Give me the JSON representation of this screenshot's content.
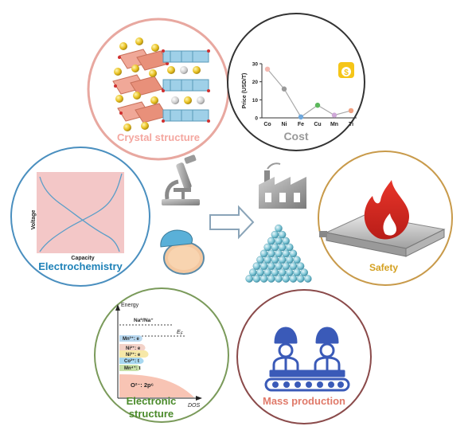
{
  "panels": {
    "crystal": {
      "label": "Crystal structure",
      "color": "#f4a7a0",
      "ring": "#e8a8a0"
    },
    "cost": {
      "label": "Cost",
      "color": "#999999",
      "ring": "#333333",
      "coin_symbol": "$"
    },
    "electrochemistry": {
      "label": "Electrochemistry",
      "color": "#1f82b8",
      "ring": "#4a8fbf",
      "xlabel": "Capacity",
      "ylabel": "Voltage"
    },
    "safety": {
      "label": "Safety",
      "color": "#d4a020",
      "ring": "#c89a4a"
    },
    "electronic": {
      "label_line1": "Electronic",
      "label_line2": "structure",
      "color": "#4a8a2a",
      "ring": "#7a9a5a",
      "ylabel": "Energy",
      "xlabel": "DOS",
      "levels": {
        "na": "Na⁰/Na⁺",
        "ef": "E",
        "ef_sub": "F",
        "mn3": "Mn³⁺: e",
        "ni2": "Ni²⁺: e",
        "ni3": "Ni³⁺: e",
        "co3": "Co³⁺: t",
        "mn4": "Mn⁴⁺: t",
        "o2": "O²⁻: 2p⁶"
      }
    },
    "mass": {
      "label": "Mass production",
      "color": "#e07a6a",
      "ring": "#8a4a4a"
    }
  },
  "chart_data": {
    "type": "scatter",
    "title": "",
    "categories": [
      "Co",
      "Ni",
      "Fe",
      "Cu",
      "Mn",
      "Ti"
    ],
    "values": [
      27,
      16,
      0.5,
      7,
      1.5,
      4
    ],
    "ylabel": "Price (USD/T)",
    "ylim": [
      0,
      30
    ],
    "yticks": [
      0,
      10,
      20,
      30
    ],
    "point_colors": [
      "#f4b8b0",
      "#999999",
      "#6fa8dc",
      "#5cb85c",
      "#cfa8d8",
      "#f0a080"
    ]
  }
}
